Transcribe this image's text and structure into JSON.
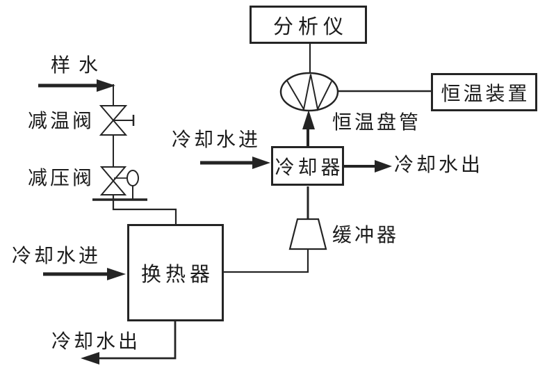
{
  "diagram": {
    "background_color": "#ffffff",
    "line_color": "#242424",
    "boxes": {
      "analyzer": {
        "label": "分析仪"
      },
      "thermostat_device": {
        "label": "恒温装置"
      },
      "cooler": {
        "label": "冷却器"
      },
      "heat_exchanger": {
        "label": "换热器"
      }
    },
    "labels": {
      "sample_water": "样水",
      "temp_reducing_valve": "减温阀",
      "pressure_reducing_valve": "减压阀",
      "thermostat_coil": "恒温盘管",
      "buffer": "缓冲器",
      "cooling_water_in_top": "冷却水进",
      "cooling_water_out_right": "冷却水出",
      "cooling_water_in_left": "冷却水进",
      "cooling_water_out_bottom": "冷却水出"
    }
  }
}
